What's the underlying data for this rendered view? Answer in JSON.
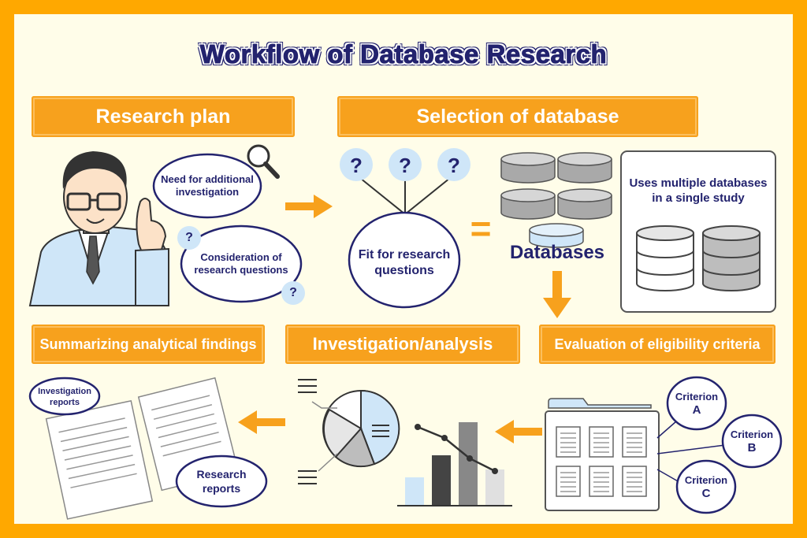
{
  "title": "Workflow of Database Research",
  "stages": {
    "research_plan": "Research plan",
    "selection_of_database": "Selection of database",
    "summarizing": "Summarizing analytical findings",
    "investigation_analysis": "Investigation/analysis",
    "eligibility": "Evaluation of eligibility criteria"
  },
  "plan": {
    "need_line1": "Need for additional",
    "need_line2": "investigation",
    "consideration_line1": "Consideration of",
    "consideration_line2": "research questions",
    "question_mark": "?"
  },
  "selection": {
    "fit_line1": "Fit for research",
    "fit_line2": "questions",
    "equals": "=",
    "databases_label": "Databases",
    "multi_line1": "Uses multiple databases",
    "multi_line2": "in a single study",
    "question_mark": "?"
  },
  "criteria": [
    {
      "line1": "Criterion",
      "line2": "A"
    },
    {
      "line1": "Criterion",
      "line2": "B"
    },
    {
      "line1": "Criterion",
      "line2": "C"
    }
  ],
  "summary": {
    "investigation_reports_line1": "Investigation",
    "investigation_reports_line2": "reports",
    "research_reports_line1": "Research",
    "research_reports_line2": "reports"
  },
  "colors": {
    "frame": "#FFA800",
    "background": "#FFFDE9",
    "bar": "#F7A11D",
    "navy": "#23236E",
    "light_blue": "#CFE6F8",
    "arrow": "#F7A11D"
  },
  "icons": [
    "magnifier-icon",
    "question-mark-icon",
    "database-icon",
    "folder-icon",
    "document-icon",
    "pie-chart-icon",
    "bar-chart-icon",
    "arrow-icon",
    "person-illustration"
  ]
}
